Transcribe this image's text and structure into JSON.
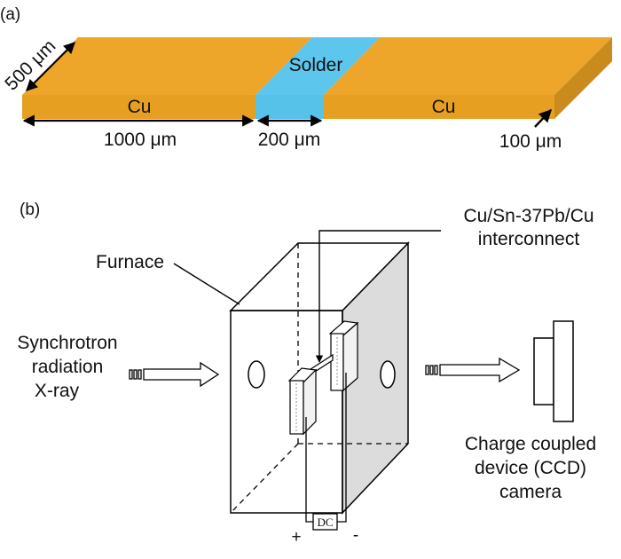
{
  "panel_a": {
    "label": "(a)",
    "dim_width": "500 μm",
    "solder": "Solder",
    "cu_left": "Cu",
    "cu_right": "Cu",
    "dim_cu_length": "1000 μm",
    "dim_solder_length": "200 μm",
    "dim_thickness": "100 μm"
  },
  "panel_b": {
    "label": "(b)",
    "furnace": "Furnace",
    "interconnect_line1": "Cu/Sn-37Pb/Cu",
    "interconnect_line2": "interconnect",
    "source_line1": "Synchrotron",
    "source_line2": "radiation",
    "source_line3": "X-ray",
    "camera_line1": "Charge coupled",
    "camera_line2": "device (CCD)",
    "camera_line3": "camera",
    "dc": "DC",
    "plus": "+",
    "minus": "-"
  },
  "colors": {
    "copper": "#EDA62A",
    "copper_dark": "#C98A1E",
    "solder": "#5CC6EC",
    "box_side": "#DCDCDC"
  }
}
